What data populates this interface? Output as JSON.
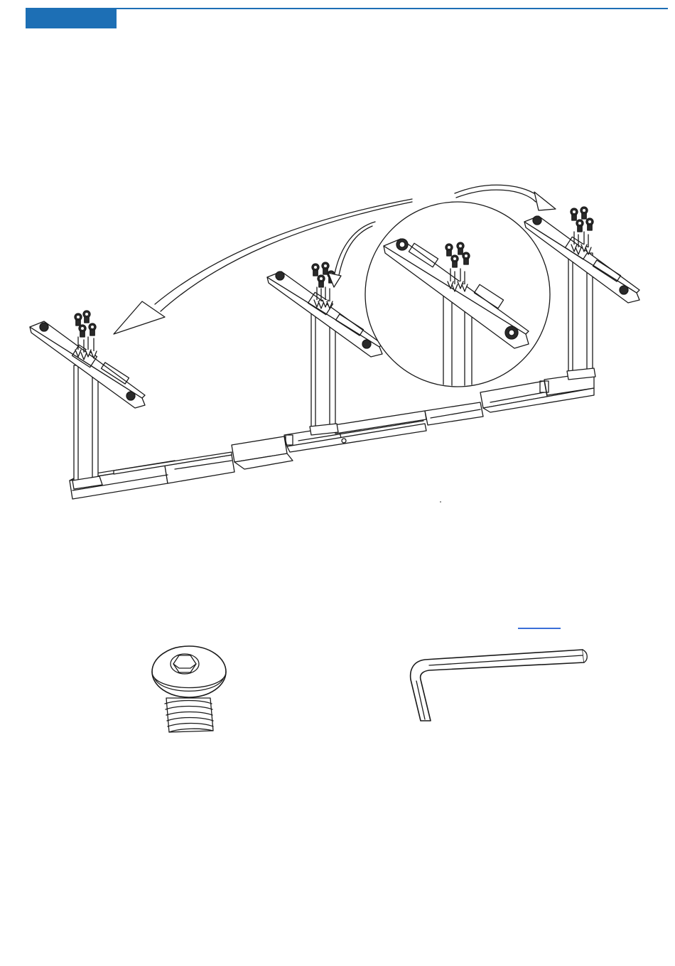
{
  "page": {
    "brand_color": "#1d6fb5",
    "line_color": "#1a1a1a",
    "link_color": "#3a6fd8"
  },
  "header": {
    "tab_icon": "header-tab-block"
  },
  "illustration": {
    "main_icon": "desk-frame-assembly-icon",
    "legs": [
      {
        "name": "left-leg-top-bracket",
        "icon": "leg-bracket-icon"
      },
      {
        "name": "middle-leg-top-bracket",
        "icon": "leg-bracket-icon"
      },
      {
        "name": "right-leg-top-bracket",
        "icon": "leg-bracket-icon"
      }
    ],
    "detail_icon": "magnified-detail-circle",
    "parts": [
      {
        "name": "screw",
        "icon": "hex-socket-screw-icon"
      },
      {
        "name": "allen-key",
        "icon": "allen-key-icon"
      }
    ]
  }
}
